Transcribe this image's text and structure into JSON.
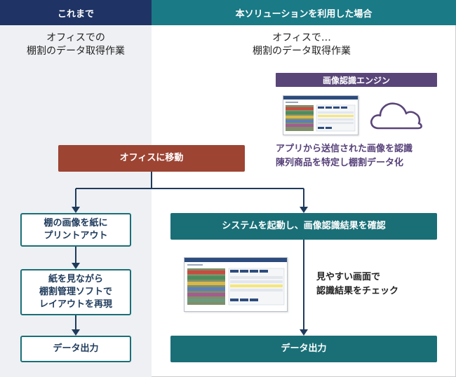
{
  "headers": {
    "before": "これまで",
    "after": "本ソリューションを利用した場合"
  },
  "left": {
    "subtitle_line1": "オフィスでの",
    "subtitle_line2": "棚割のデータ取得作業",
    "steps": [
      {
        "line1": "棚の画像を紙に",
        "line2": "プリントアウト"
      },
      {
        "line1": "紙を見ながら",
        "line2": "棚割管理ソフトで",
        "line3": "レイアウトを再現"
      },
      {
        "line1": "データ出力"
      }
    ]
  },
  "right": {
    "subtitle_line1": "オフィスで…",
    "subtitle_line2": "棚割のデータ取得作業",
    "engine_label": "画像認識エンジン",
    "engine_desc_line1": "アプリから送信された画像を認識",
    "engine_desc_line2": "陳列商品を特定し棚割データ化",
    "step_launch": "システムを起動し、画像認識結果を確認",
    "note_line1": "見やすい画面で",
    "note_line2": "認識結果をチェック",
    "step_output": "データ出力"
  },
  "shared": {
    "move_to_office": "オフィスに移動"
  },
  "icons": {
    "cloud": "cloud-icon"
  },
  "colors": {
    "navy": "#1f3465",
    "teal": "#1a7a86",
    "brown": "#9d4433",
    "purple": "#5a4579"
  }
}
